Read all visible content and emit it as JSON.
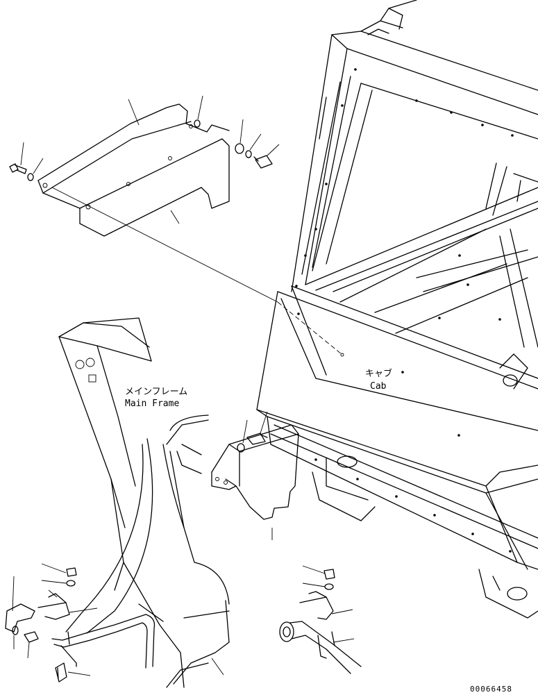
{
  "labels": {
    "main_frame_jp": "メインフレーム",
    "main_frame_en": "Main Frame",
    "cab_jp": "キャブ",
    "cab_en": "Cab"
  },
  "drawing_number": "00066458"
}
